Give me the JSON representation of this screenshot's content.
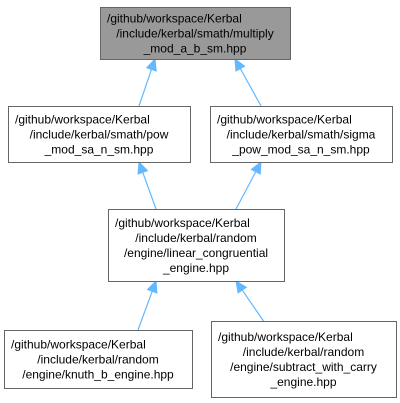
{
  "nodes": [
    {
      "id": "multiply_mod",
      "selected": true,
      "lines": [
        "/github/workspace/Kerbal",
        "/include/kerbal/smath/multiply",
        "_mod_a_b_sm.hpp"
      ]
    },
    {
      "id": "pow_mod",
      "selected": false,
      "lines": [
        "/github/workspace/Kerbal",
        "/include/kerbal/smath/pow",
        "_mod_sa_n_sm.hpp"
      ]
    },
    {
      "id": "sigma_pow_mod",
      "selected": false,
      "lines": [
        "/github/workspace/Kerbal",
        "/include/kerbal/smath/sigma",
        "_pow_mod_sa_n_sm.hpp"
      ]
    },
    {
      "id": "linear_congruential",
      "selected": false,
      "lines": [
        "/github/workspace/Kerbal",
        "/include/kerbal/random",
        "/engine/linear_congruential",
        "_engine.hpp"
      ]
    },
    {
      "id": "knuth_b",
      "selected": false,
      "lines": [
        "/github/workspace/Kerbal",
        "/include/kerbal/random",
        "/engine/knuth_b_engine.hpp"
      ]
    },
    {
      "id": "subtract_with_carry",
      "selected": false,
      "lines": [
        "/github/workspace/Kerbal",
        "/include/kerbal/random",
        "/engine/subtract_with_carry",
        "_engine.hpp"
      ]
    }
  ],
  "edges": [
    {
      "from": "pow_mod",
      "to": "multiply_mod"
    },
    {
      "from": "sigma_pow_mod",
      "to": "multiply_mod"
    },
    {
      "from": "linear_congruential",
      "to": "pow_mod"
    },
    {
      "from": "linear_congruential",
      "to": "sigma_pow_mod"
    },
    {
      "from": "knuth_b",
      "to": "linear_congruential"
    },
    {
      "from": "subtract_with_carry",
      "to": "linear_congruential"
    }
  ],
  "colors": {
    "selected_fill": "#999999",
    "node_fill": "#ffffff",
    "node_border": "#666666",
    "edge": "#63b8ff"
  }
}
